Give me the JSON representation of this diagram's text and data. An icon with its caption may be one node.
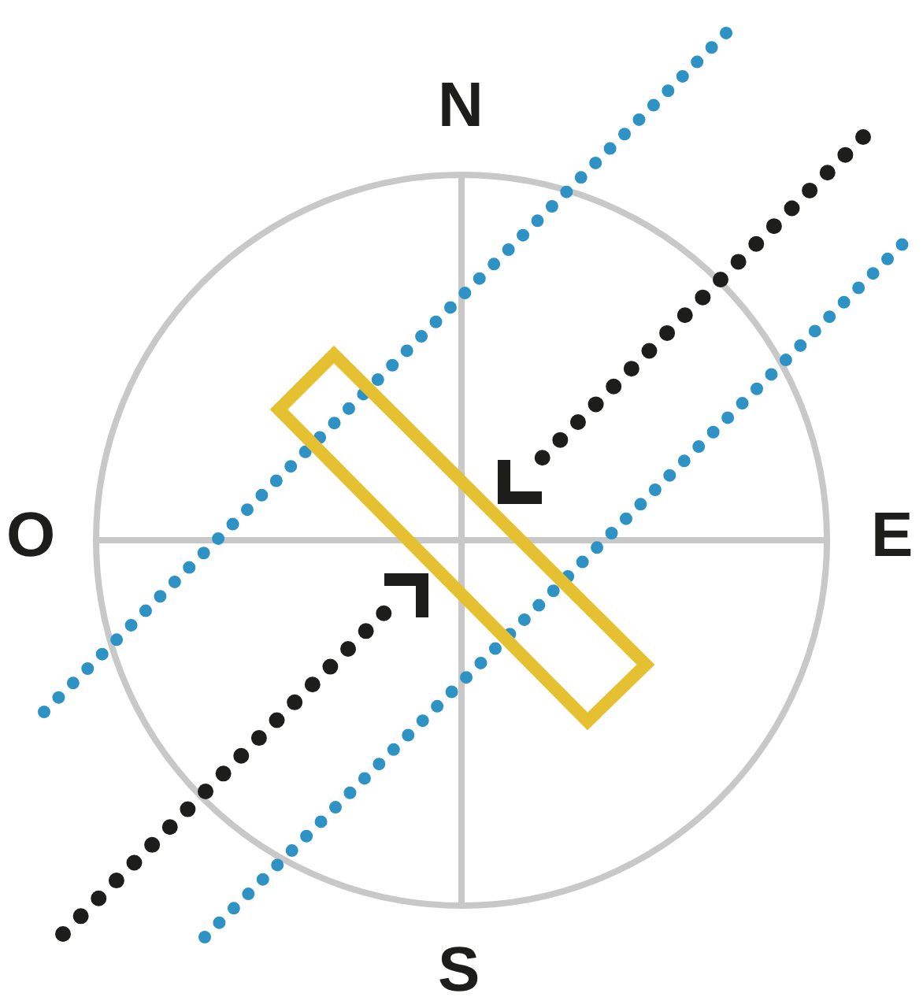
{
  "diagram": {
    "labels": [
      "N",
      "O",
      "E",
      "S"
    ]
  }
}
